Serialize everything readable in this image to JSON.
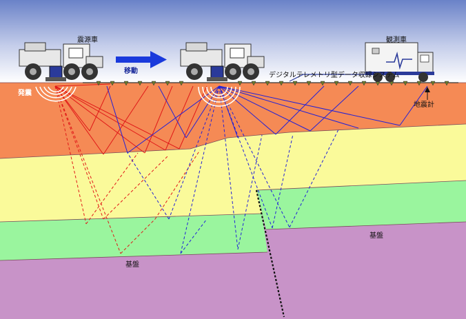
{
  "labels": {
    "vibrator_truck": "震源車",
    "move": "移動",
    "recording_truck": "観測車",
    "telemetry_system": "デジタルテレメトリ型データ収録システム",
    "geophone": "地震計",
    "source": "発震",
    "basement_left": "基盤",
    "basement_right": "基盤"
  },
  "colors": {
    "sky_top": "#6a82c8",
    "sky_bottom": "#ffffff",
    "layer1": "#f58a55",
    "layer2": "#fafa9a",
    "layer3": "#9af59e",
    "basement": "#c893c8",
    "ray_red": "#e01818",
    "ray_blue": "#2020d8",
    "arrow_blue": "#1a3adc"
  }
}
